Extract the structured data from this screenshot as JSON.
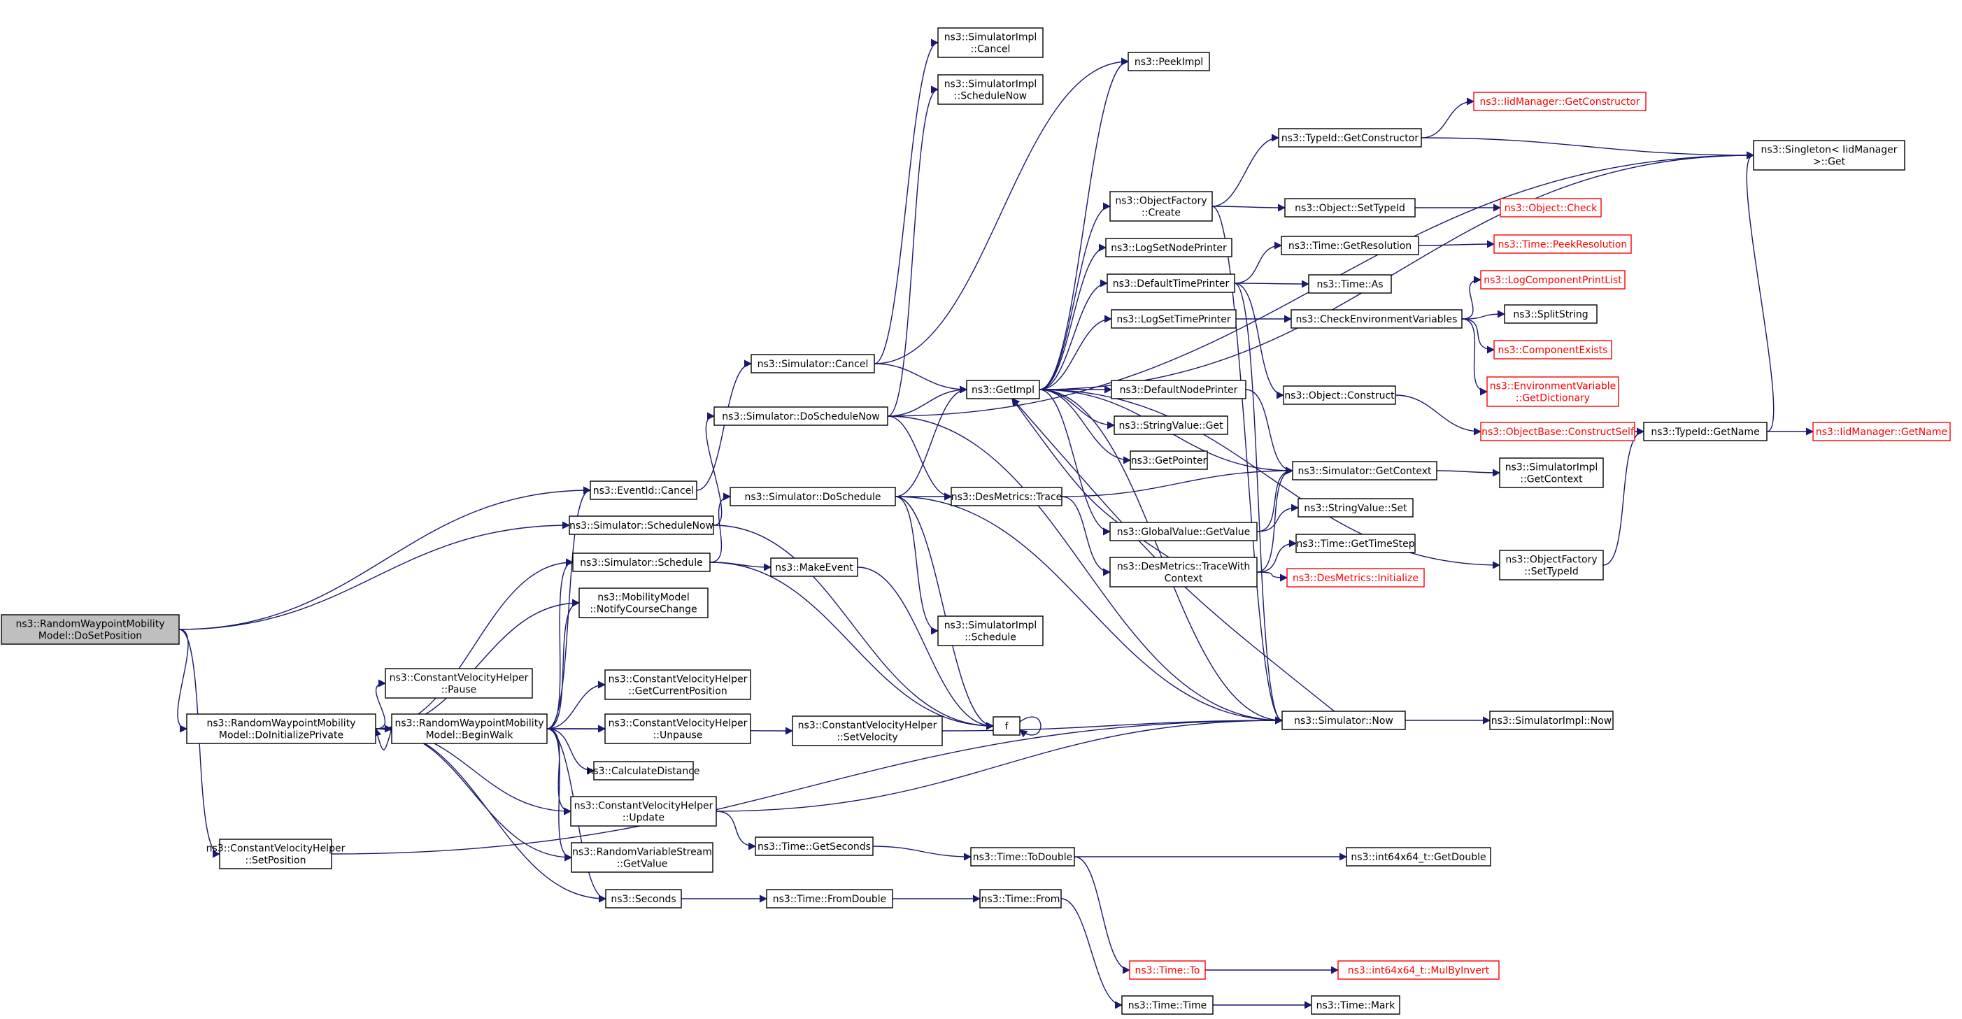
{
  "colors": {
    "edge": "#191970",
    "border": "#000000",
    "border_red": "#ff0000",
    "root_fill": "#bfbfbf",
    "background": "#ffffff"
  },
  "nodes": [
    {
      "id": "root",
      "lines": [
        "ns3::RandomWaypointMobility",
        "Model::DoSetPosition"
      ],
      "style": "gray"
    },
    {
      "id": "doinit",
      "lines": [
        "ns3::RandomWaypointMobility",
        "Model::DoInitializePrivate"
      ]
    },
    {
      "id": "cvh_setpos",
      "lines": [
        "ns3::ConstantVelocityHelper",
        "::SetPosition"
      ]
    },
    {
      "id": "cvh_pause",
      "lines": [
        "ns3::ConstantVelocityHelper",
        "::Pause"
      ]
    },
    {
      "id": "beginwalk",
      "lines": [
        "ns3::RandomWaypointMobility",
        "Model::BeginWalk"
      ]
    },
    {
      "id": "eventid_cancel",
      "lines": [
        "ns3::EventId::Cancel"
      ]
    },
    {
      "id": "sched_now",
      "lines": [
        "ns3::Simulator::ScheduleNow"
      ]
    },
    {
      "id": "schedule",
      "lines": [
        "ns3::Simulator::Schedule"
      ]
    },
    {
      "id": "notify",
      "lines": [
        "ns3::MobilityModel",
        "::NotifyCourseChange"
      ]
    },
    {
      "id": "getcurpos",
      "lines": [
        "ns3::ConstantVelocityHelper",
        "::GetCurrentPosition"
      ]
    },
    {
      "id": "unpause",
      "lines": [
        "ns3::ConstantVelocityHelper",
        "::Unpause"
      ]
    },
    {
      "id": "calcdist",
      "lines": [
        "ns3::CalculateDistance"
      ]
    },
    {
      "id": "cvh_update",
      "lines": [
        "ns3::ConstantVelocityHelper",
        "::Update"
      ]
    },
    {
      "id": "rvs_getvalue",
      "lines": [
        "ns3::RandomVariableStream",
        "::GetValue"
      ]
    },
    {
      "id": "seconds",
      "lines": [
        "ns3::Seconds"
      ]
    },
    {
      "id": "sim_cancel",
      "lines": [
        "ns3::Simulator::Cancel"
      ]
    },
    {
      "id": "do_sched_now",
      "lines": [
        "ns3::Simulator::DoScheduleNow"
      ]
    },
    {
      "id": "do_schedule",
      "lines": [
        "ns3::Simulator::DoSchedule"
      ]
    },
    {
      "id": "makeevent",
      "lines": [
        "ns3::MakeEvent"
      ]
    },
    {
      "id": "cvh_setvel",
      "lines": [
        "ns3::ConstantVelocityHelper",
        "::SetVelocity"
      ]
    },
    {
      "id": "time_getsec",
      "lines": [
        "ns3::Time::GetSeconds"
      ]
    },
    {
      "id": "time_fromdouble",
      "lines": [
        "ns3::Time::FromDouble"
      ]
    },
    {
      "id": "simimpl_cancel",
      "lines": [
        "ns3::SimulatorImpl",
        "::Cancel"
      ]
    },
    {
      "id": "simimpl_schednow",
      "lines": [
        "ns3::SimulatorImpl",
        "::ScheduleNow"
      ]
    },
    {
      "id": "getimpl",
      "lines": [
        "ns3::GetImpl"
      ]
    },
    {
      "id": "desmetrics_trace",
      "lines": [
        "ns3::DesMetrics::Trace"
      ]
    },
    {
      "id": "simimpl_schedule",
      "lines": [
        "ns3::SimulatorImpl",
        "::Schedule"
      ]
    },
    {
      "id": "f",
      "lines": [
        "f"
      ]
    },
    {
      "id": "time_todouble",
      "lines": [
        "ns3::Time::ToDouble"
      ]
    },
    {
      "id": "time_from",
      "lines": [
        "ns3::Time::From"
      ]
    },
    {
      "id": "time_to",
      "lines": [
        "ns3::Time::To"
      ],
      "style": "red"
    },
    {
      "id": "time_time",
      "lines": [
        "ns3::Time::Time"
      ]
    },
    {
      "id": "peekimpl",
      "lines": [
        "ns3::PeekImpl"
      ]
    },
    {
      "id": "objfactory_create",
      "lines": [
        "ns3::ObjectFactory",
        "::Create"
      ]
    },
    {
      "id": "logsetnodeprinter",
      "lines": [
        "ns3::LogSetNodePrinter"
      ]
    },
    {
      "id": "defaulttimeprinter",
      "lines": [
        "ns3::DefaultTimePrinter"
      ]
    },
    {
      "id": "logsettimeprinter",
      "lines": [
        "ns3::LogSetTimePrinter"
      ]
    },
    {
      "id": "defaultnodeprinter",
      "lines": [
        "ns3::DefaultNodePrinter"
      ]
    },
    {
      "id": "stringvalue_get",
      "lines": [
        "ns3::StringValue::Get"
      ]
    },
    {
      "id": "getpointer",
      "lines": [
        "ns3::GetPointer"
      ]
    },
    {
      "id": "globalvalue_getvalue",
      "lines": [
        "ns3::GlobalValue::GetValue"
      ]
    },
    {
      "id": "desmetrics_tracewith",
      "lines": [
        "ns3::DesMetrics::TraceWith",
        "Context"
      ]
    },
    {
      "id": "typeid_getconstructor",
      "lines": [
        "ns3::TypeId::GetConstructor"
      ]
    },
    {
      "id": "object_settypeid",
      "lines": [
        "ns3::Object::SetTypeId"
      ]
    },
    {
      "id": "time_getresolution",
      "lines": [
        "ns3::Time::GetResolution"
      ]
    },
    {
      "id": "time_as",
      "lines": [
        "ns3::Time::As"
      ]
    },
    {
      "id": "checkenv",
      "lines": [
        "ns3::CheckEnvironmentVariables"
      ]
    },
    {
      "id": "object_construct",
      "lines": [
        "ns3::Object::Construct"
      ]
    },
    {
      "id": "sim_getcontext",
      "lines": [
        "ns3::Simulator::GetContext"
      ]
    },
    {
      "id": "stringvalue_set",
      "lines": [
        "ns3::StringValue::Set"
      ]
    },
    {
      "id": "time_gettimestep",
      "lines": [
        "ns3::Time::GetTimeStep"
      ]
    },
    {
      "id": "desmetrics_init",
      "lines": [
        "ns3::DesMetrics::Initialize"
      ],
      "style": "red"
    },
    {
      "id": "sim_now",
      "lines": [
        "ns3::Simulator::Now"
      ]
    },
    {
      "id": "int64_getdouble",
      "lines": [
        "ns3::int64x64_t::GetDouble"
      ]
    },
    {
      "id": "int64_mulbyinvert",
      "lines": [
        "ns3::int64x64_t::MulByInvert"
      ],
      "style": "red"
    },
    {
      "id": "time_mark",
      "lines": [
        "ns3::Time::Mark"
      ]
    },
    {
      "id": "iidmgr_getconstructor",
      "lines": [
        "ns3::IidManager::GetConstructor"
      ],
      "style": "red"
    },
    {
      "id": "object_check",
      "lines": [
        "ns3::Object::Check"
      ],
      "style": "red"
    },
    {
      "id": "time_peekres",
      "lines": [
        "ns3::Time::PeekResolution"
      ],
      "style": "red"
    },
    {
      "id": "logcomponentprintlist",
      "lines": [
        "ns3::LogComponentPrintList"
      ],
      "style": "red"
    },
    {
      "id": "splitstring",
      "lines": [
        "ns3::SplitString"
      ]
    },
    {
      "id": "componentexists",
      "lines": [
        "ns3::ComponentExists"
      ],
      "style": "red"
    },
    {
      "id": "envvar_getdict",
      "lines": [
        "ns3::EnvironmentVariable",
        "::GetDictionary"
      ],
      "style": "red"
    },
    {
      "id": "objectbase_constructself",
      "lines": [
        "ns3::ObjectBase::ConstructSelf"
      ],
      "style": "red"
    },
    {
      "id": "simimpl_getcontext",
      "lines": [
        "ns3::SimulatorImpl",
        "::GetContext"
      ]
    },
    {
      "id": "objfactory_settypeid",
      "lines": [
        "ns3::ObjectFactory",
        "::SetTypeId"
      ]
    },
    {
      "id": "simimpl_now",
      "lines": [
        "ns3::SimulatorImpl::Now"
      ]
    },
    {
      "id": "singleton_get",
      "lines": [
        "ns3::Singleton< IidManager",
        ">::Get"
      ]
    },
    {
      "id": "typeid_getname",
      "lines": [
        "ns3::TypeId::GetName"
      ]
    },
    {
      "id": "iidmgr_getname",
      "lines": [
        "ns3::IidManager::GetName"
      ],
      "style": "red"
    }
  ],
  "edges": [
    [
      "root",
      "eventid_cancel"
    ],
    [
      "root",
      "sched_now"
    ],
    [
      "root",
      "doinit"
    ],
    [
      "root",
      "cvh_setpos"
    ],
    [
      "doinit",
      "schedule"
    ],
    [
      "doinit",
      "notify"
    ],
    [
      "doinit",
      "cvh_pause"
    ],
    [
      "doinit",
      "beginwalk"
    ],
    [
      "doinit",
      "cvh_update"
    ],
    [
      "doinit",
      "rvs_getvalue"
    ],
    [
      "doinit",
      "seconds"
    ],
    [
      "beginwalk",
      "doinit"
    ],
    [
      "beginwalk",
      "eventid_cancel"
    ],
    [
      "beginwalk",
      "schedule"
    ],
    [
      "beginwalk",
      "notify"
    ],
    [
      "beginwalk",
      "getcurpos"
    ],
    [
      "beginwalk",
      "cvh_setvel"
    ],
    [
      "beginwalk",
      "unpause"
    ],
    [
      "beginwalk",
      "calcdist"
    ],
    [
      "beginwalk",
      "cvh_update"
    ],
    [
      "beginwalk",
      "rvs_getvalue"
    ],
    [
      "beginwalk",
      "seconds"
    ],
    [
      "cvh_setpos",
      "sim_now"
    ],
    [
      "eventid_cancel",
      "sim_cancel"
    ],
    [
      "sched_now",
      "do_sched_now"
    ],
    [
      "sched_now",
      "f"
    ],
    [
      "schedule",
      "do_schedule"
    ],
    [
      "schedule",
      "makeevent"
    ],
    [
      "schedule",
      "f"
    ],
    [
      "makeevent",
      "f"
    ],
    [
      "f",
      "f"
    ],
    [
      "sim_cancel",
      "peekimpl"
    ],
    [
      "sim_cancel",
      "simimpl_cancel"
    ],
    [
      "sim_cancel",
      "getimpl"
    ],
    [
      "do_sched_now",
      "getimpl"
    ],
    [
      "do_sched_now",
      "simimpl_schednow"
    ],
    [
      "do_sched_now",
      "desmetrics_trace"
    ],
    [
      "do_sched_now",
      "sim_now"
    ],
    [
      "do_sched_now",
      "singleton_get"
    ],
    [
      "do_schedule",
      "getimpl"
    ],
    [
      "do_schedule",
      "desmetrics_trace"
    ],
    [
      "do_schedule",
      "simimpl_schedule"
    ],
    [
      "do_schedule",
      "sim_now"
    ],
    [
      "do_schedule",
      "f"
    ],
    [
      "cvh_update",
      "sim_now"
    ],
    [
      "cvh_update",
      "time_getsec"
    ],
    [
      "cvh_setvel",
      "sim_now"
    ],
    [
      "time_getsec",
      "time_todouble"
    ],
    [
      "time_todouble",
      "int64_getdouble"
    ],
    [
      "time_todouble",
      "time_to"
    ],
    [
      "time_to",
      "int64_mulbyinvert"
    ],
    [
      "seconds",
      "time_fromdouble"
    ],
    [
      "time_fromdouble",
      "time_from"
    ],
    [
      "time_from",
      "time_time"
    ],
    [
      "time_time",
      "time_mark"
    ],
    [
      "getimpl",
      "peekimpl"
    ],
    [
      "getimpl",
      "objfactory_create"
    ],
    [
      "getimpl",
      "logsetnodeprinter"
    ],
    [
      "getimpl",
      "defaulttimeprinter"
    ],
    [
      "getimpl",
      "logsettimeprinter"
    ],
    [
      "getimpl",
      "defaultnodeprinter"
    ],
    [
      "getimpl",
      "stringvalue_get"
    ],
    [
      "getimpl",
      "getpointer"
    ],
    [
      "getimpl",
      "globalvalue_getvalue"
    ],
    [
      "getimpl",
      "sim_getcontext"
    ],
    [
      "getimpl",
      "objfactory_settypeid"
    ],
    [
      "getimpl",
      "singleton_get"
    ],
    [
      "getimpl",
      "sim_now"
    ],
    [
      "objfactory_create",
      "typeid_getconstructor"
    ],
    [
      "objfactory_create",
      "object_settypeid"
    ],
    [
      "objfactory_create",
      "sim_now"
    ],
    [
      "typeid_getconstructor",
      "iidmgr_getconstructor"
    ],
    [
      "typeid_getconstructor",
      "singleton_get"
    ],
    [
      "object_settypeid",
      "object_check"
    ],
    [
      "defaulttimeprinter",
      "time_getresolution"
    ],
    [
      "defaulttimeprinter",
      "time_as"
    ],
    [
      "defaulttimeprinter",
      "sim_now"
    ],
    [
      "defaulttimeprinter",
      "object_construct"
    ],
    [
      "time_getresolution",
      "time_peekres"
    ],
    [
      "logsettimeprinter",
      "checkenv"
    ],
    [
      "checkenv",
      "logcomponentprintlist"
    ],
    [
      "checkenv",
      "splitstring"
    ],
    [
      "checkenv",
      "componentexists"
    ],
    [
      "checkenv",
      "envvar_getdict"
    ],
    [
      "object_construct",
      "objectbase_constructself"
    ],
    [
      "objectbase_constructself",
      "typeid_getname"
    ],
    [
      "typeid_getname",
      "singleton_get"
    ],
    [
      "typeid_getname",
      "iidmgr_getname"
    ],
    [
      "defaultnodeprinter",
      "sim_getcontext"
    ],
    [
      "globalvalue_getvalue",
      "stringvalue_set"
    ],
    [
      "globalvalue_getvalue",
      "sim_getcontext"
    ],
    [
      "desmetrics_trace",
      "sim_getcontext"
    ],
    [
      "desmetrics_trace",
      "desmetrics_tracewith"
    ],
    [
      "desmetrics_tracewith",
      "time_gettimestep"
    ],
    [
      "desmetrics_tracewith",
      "desmetrics_init"
    ],
    [
      "desmetrics_tracewith",
      "sim_getcontext"
    ],
    [
      "desmetrics_tracewith",
      "getimpl"
    ],
    [
      "sim_getcontext",
      "simimpl_getcontext"
    ],
    [
      "objfactory_settypeid",
      "typeid_getname"
    ],
    [
      "sim_now",
      "simimpl_now"
    ],
    [
      "sim_now",
      "getimpl"
    ]
  ]
}
